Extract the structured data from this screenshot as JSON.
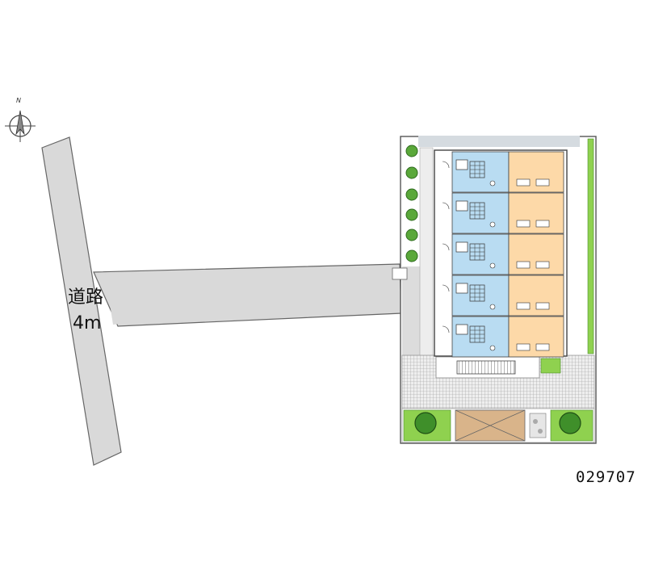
{
  "map": {
    "north_label": "N",
    "road_name": "道路",
    "road_width": "4m",
    "property_code": "029707",
    "unit_count": 5,
    "colors": {
      "road": "#d9d9d9",
      "road_edge": "#666666",
      "lot_outline": "#555555",
      "grass": "#8fd14f",
      "wet_area": "#b9dcf2",
      "room": "#fdd9a8",
      "gravel": "#c8c8c8",
      "parking_floor": "#d9b48a"
    }
  }
}
